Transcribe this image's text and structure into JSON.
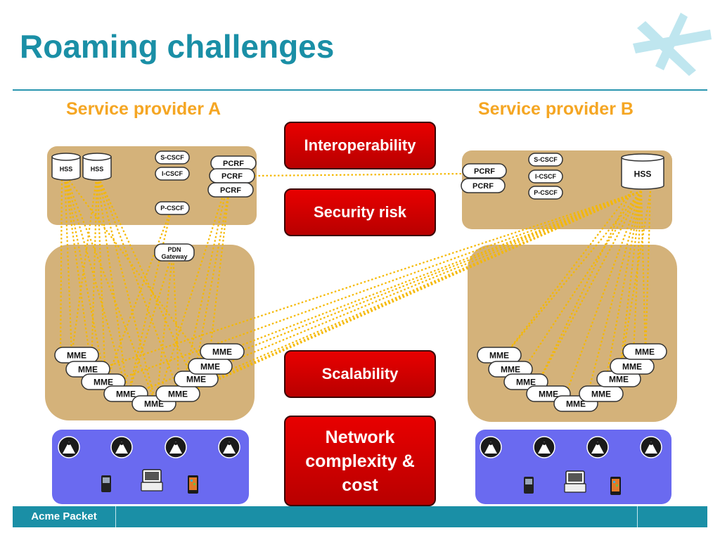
{
  "title": "Roaming challenges",
  "provider_a": "Service provider A",
  "provider_b": "Service provider B",
  "challenges": [
    "Interoperability",
    "Security risk",
    "Scalability",
    "Network complexity & cost"
  ],
  "footer": {
    "brand": "Acme Packet"
  },
  "nodes": {
    "hss": "HSS",
    "scscf": "S-CSCF",
    "icscf": "I-CSCF",
    "pcscf": "P-CSCF",
    "pcrf": "PCRF",
    "pdn_line1": "PDN",
    "pdn_line2": "Gateway",
    "mme": "MME"
  },
  "icons": {
    "tower": "radio-tower-icon",
    "phone": "mobile-phone-icon",
    "laptop": "laptop-icon",
    "smartphone": "smartphone-icon",
    "logo": "star-logo-icon"
  },
  "colors": {
    "title": "#1a8fa6",
    "provider": "#f5a623",
    "challenge": "#d40000",
    "tan": "#d4b27a",
    "access": "#6a6af0",
    "link": "#f5b800",
    "footer": "#1a8fa6"
  }
}
